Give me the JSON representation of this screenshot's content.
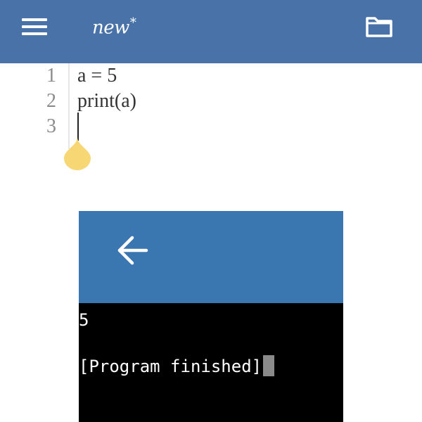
{
  "app_bar": {
    "title": "new",
    "modified_marker": "*",
    "color": "#4872a8",
    "menu_icon": "hamburger-menu-icon",
    "folder_icon": "folder-icon"
  },
  "editor": {
    "lines": [
      {
        "number": "1",
        "text": "a = 5"
      },
      {
        "number": "2",
        "text": "print(a)"
      },
      {
        "number": "3",
        "text": ""
      }
    ],
    "caret_handle_color": "#f7d774"
  },
  "output_dialog": {
    "header_color": "#3a76b0",
    "back_icon": "arrow-left-icon",
    "output_lines": [
      "5",
      "",
      "[Program finished]"
    ]
  }
}
